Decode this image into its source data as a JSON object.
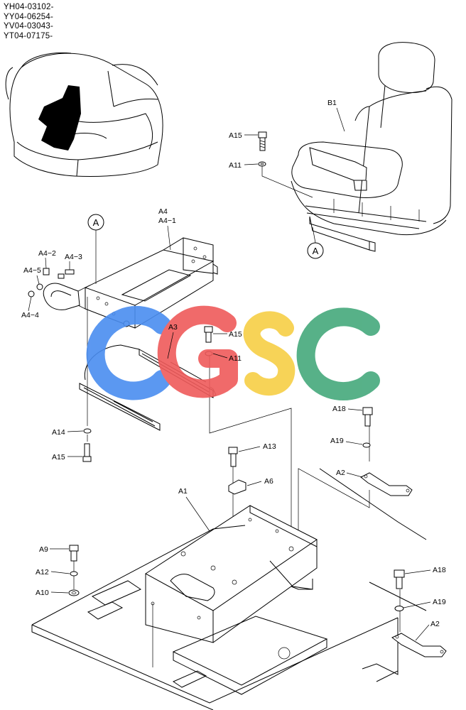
{
  "serials": [
    "YH04-03102-",
    "YY04-06254-",
    "YV04-03043-",
    "YT04-07175-"
  ],
  "callouts": [
    "A",
    "A"
  ],
  "labels": {
    "B1": "B1",
    "A15_top": "A15",
    "A11_top": "A11",
    "A4": "A4",
    "A4_1": "A4−1",
    "A4_2": "A4−2",
    "A4_3": "A4−3",
    "A4_5": "A4−5",
    "A4_4": "A4−4",
    "A3": "A3",
    "A15_mid": "A15",
    "A11_mid": "A11",
    "A18_right": "A18",
    "A19_right": "A19",
    "A2_right": "A2",
    "A14": "A14",
    "A15_left": "A15",
    "A13": "A13",
    "A6": "A6",
    "A1": "A1",
    "A9": "A9",
    "A12": "A12",
    "A10": "A10",
    "A18_bottom": "A18",
    "A19_bottom": "A19",
    "A2_bottom": "A2"
  },
  "watermark": {
    "letters": [
      "C",
      "G",
      "S",
      "C"
    ],
    "colors": [
      "#4a8df0",
      "#ef5a5a",
      "#f7cf45",
      "#45a97c"
    ]
  },
  "colors": {
    "line": "#000000",
    "background": "#ffffff"
  }
}
